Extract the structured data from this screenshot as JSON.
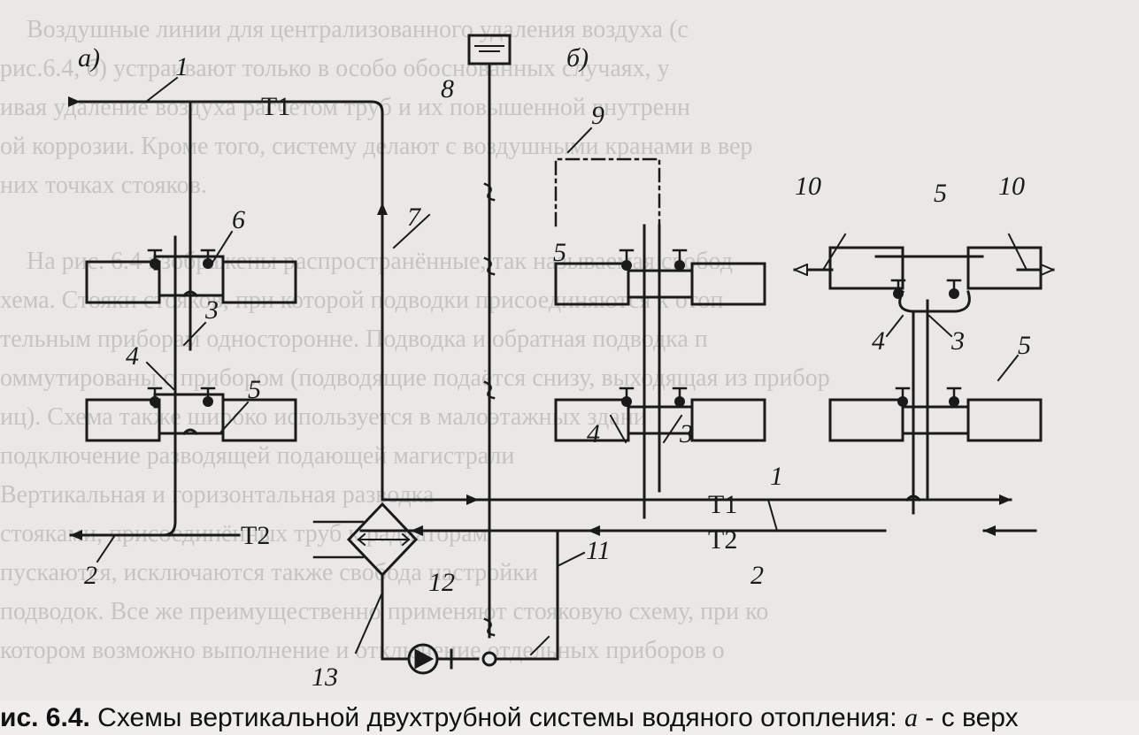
{
  "background_text": [
    "Воздушные линии для централизованного удаления воздуха (с",
    "рис.6.4, б) устраивают только в особо обоснованных случаях, у",
    "ивая удаление воздуха расчетом труб и их повышенной внутренн",
    "ой коррозии. Кроме того, систему делают с воздушными кранами в вер",
    "них точках стояков.",
    "На рис. 6.4 изображены распространённые, так называемая свобод",
    "хема. Стояки стояков, при которой подводки присоединяются к отоп",
    "тельным приборам односторонне. Подводка и обратная подводка п",
    "оммутированы с прибором (подводящие подаётся снизу, выходящая из прибор",
    "иц). Схема также широко используется в малоэтажных здани",
    "подключение разводящей подающей магистрали",
    "Вертикальная и горизонтальная разводка",
    "стояками, присоединённых труб к радиаторам",
    "пускаются, исключаются также свобода настройки",
    "подводок. Все же преимущественно применяют стояковую схему, при ко",
    "котором возможно выполнение и отключение отдельных приборов о"
  ],
  "labels": {
    "sub_a": "а)",
    "sub_b": "б)",
    "n1": "1",
    "n2": "2",
    "n3": "3",
    "n4": "4",
    "n5": "5",
    "n6": "6",
    "n7": "7",
    "n8": "8",
    "n9": "9",
    "n10": "10",
    "n11": "11",
    "n12": "12",
    "n13": "13",
    "T1": "Т1",
    "T2": "Т2"
  },
  "caption": {
    "prefix": "ис. 6.4.",
    "text": " Схемы вертикальной двухтрубной системы водяного отопления: ",
    "italic": "а",
    "suffix": " - с верх"
  }
}
